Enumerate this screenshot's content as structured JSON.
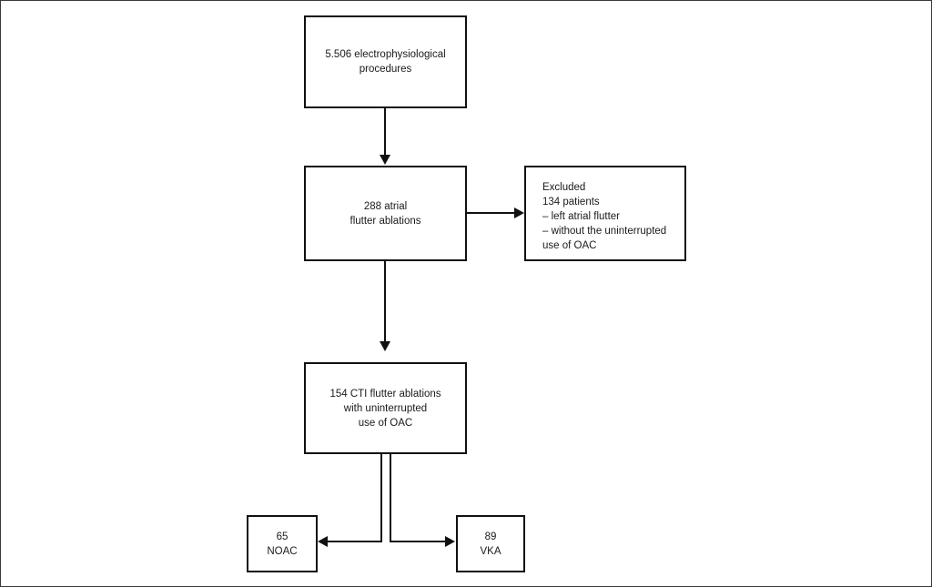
{
  "diagram": {
    "type": "flowchart",
    "title": "",
    "background_color": "#ffffff",
    "line_color": "#111111",
    "text_color": "#1a1a1a",
    "nodes": [
      {
        "id": "procedures",
        "label": "5.506 electrophysiological\nprocedures",
        "count": "5.506",
        "align": "center"
      },
      {
        "id": "atrial-flutter-ablations",
        "label": "288 atrial\nflutter ablations",
        "count": "288",
        "align": "center"
      },
      {
        "id": "excluded",
        "label": "Excluded\n134 patients\n   – left atrial flutter\n   – without the uninterrupted\n      use of OAC",
        "count": "134",
        "align": "left"
      },
      {
        "id": "cti-flutter-ablations",
        "label": "154 CTI flutter ablations\nwith uninterrupted\nuse of OAC",
        "count": "154",
        "align": "center"
      },
      {
        "id": "noac-group",
        "label": "65\nNOAC",
        "count": "65",
        "align": "center"
      },
      {
        "id": "vka-group",
        "label": "89\nVKA",
        "count": "89",
        "align": "center"
      }
    ],
    "edges": [
      {
        "id": "procedures-to-flutter",
        "from": "procedures",
        "to": "atrial-flutter-ablations",
        "direction": "down"
      },
      {
        "id": "flutter-to-excluded",
        "from": "atrial-flutter-ablations",
        "to": "excluded",
        "direction": "right"
      },
      {
        "id": "flutter-to-cti",
        "from": "atrial-flutter-ablations",
        "to": "cti-flutter-ablations",
        "direction": "down"
      },
      {
        "id": "cti-to-noac",
        "from": "cti-flutter-ablations",
        "to": "noac-group",
        "direction": "left"
      },
      {
        "id": "cti-to-vka",
        "from": "cti-flutter-ablations",
        "to": "vka-group",
        "direction": "right"
      }
    ]
  }
}
